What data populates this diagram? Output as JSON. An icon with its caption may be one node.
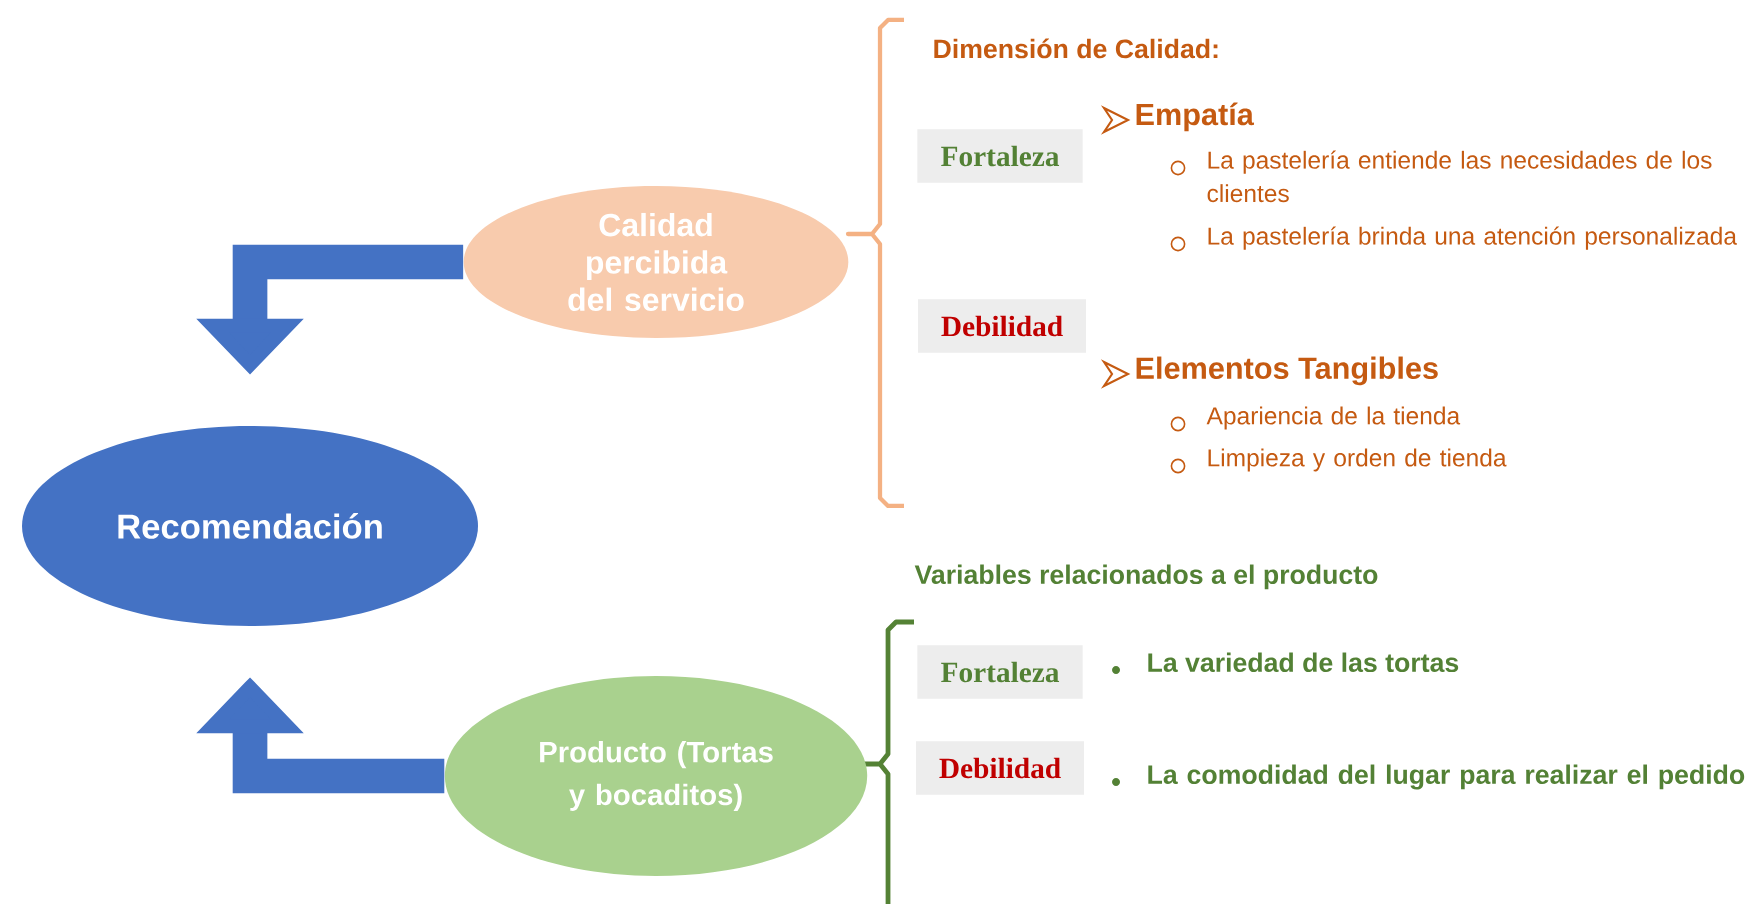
{
  "diagram": {
    "nodes": [
      {
        "text": [
          "Recomendación"
        ]
      },
      {
        "text": [
          "Calidad percibida del servicio"
        ]
      },
      {
        "text": [
          "Producto (Tortas y bocaditos)"
        ]
      },
      {
        "text": [
          "Fortaleza"
        ]
      },
      {
        "text": [
          "Debilidad"
        ]
      },
      {
        "text": [
          "Fortaleza"
        ]
      },
      {
        "text": [
          "Debilidad"
        ]
      }
    ],
    "edges": [
      {
        "from": 1,
        "to": 0,
        "arrow": "to"
      },
      {
        "from": 2,
        "to": 0,
        "arrow": "to"
      }
    ],
    "labels": [
      "Dimensión de Calidad:",
      "Empatía",
      "La pastelería entiende las necesidades de los clientes",
      "La pastelería brinda una atención personalizada",
      "Elementos Tangibles",
      "Apariencia de la tienda",
      "Limpieza y orden de tienda",
      "Variables relacionados a el producto",
      "La variedad de las tortas",
      "La comodidad del lugar para realizar el pedido"
    ]
  }
}
